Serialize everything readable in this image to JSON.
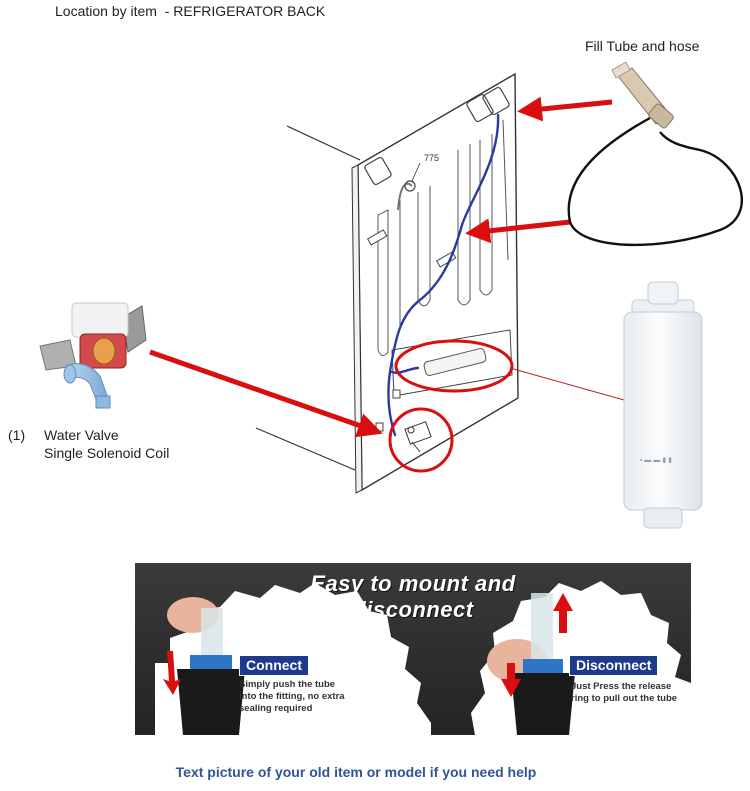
{
  "header": {
    "title": "Location by item  - REFRIGERATOR BACK"
  },
  "labels": {
    "fill_tube": "Fill Tube and hose",
    "part_number": "775",
    "valve_index": "(1)",
    "valve_name": "Water Valve",
    "valve_desc": "Single Solenoid Coil"
  },
  "banner": {
    "title_line1": "Easy to mount and",
    "title_line2": "disconnect",
    "connect_label": "Connect",
    "connect_text1": "Simply push the tube",
    "connect_text2": "into the fitting, no extra",
    "connect_text3": "sealing required",
    "disconnect_label": "Disconnect",
    "disconnect_text1": "Just Press the release",
    "disconnect_text2": "ring to pull out the tube"
  },
  "footer": {
    "help": "Text picture of your old item or model if you need help"
  },
  "colors": {
    "arrow_red": "#d90f0f",
    "line_tube": "#2b3aa0",
    "badge_blue": "#1d3a8c",
    "help_blue": "#2f5597"
  }
}
